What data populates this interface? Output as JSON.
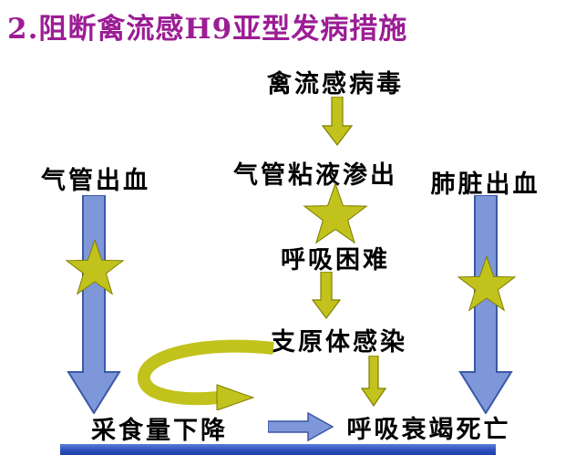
{
  "title": "2.阻断禽流感H9亚型发病措施",
  "nodes": {
    "virus": "禽流感病毒",
    "tracheal_mucus": "气管粘液渗出",
    "dyspnea": "呼吸困难",
    "mycoplasma": "支原体感染",
    "tracheal_bleeding": "气管出血",
    "lung_bleeding": "肺脏出血",
    "feed_intake_drop": "采食量下降",
    "death": "呼吸衰竭死亡"
  },
  "colors": {
    "title_text": "#9c1d95",
    "body_text": "#000000",
    "olive_arrow": "#c2c21c",
    "blue_arrow": "#7e97d8",
    "bottom_bar": "#2e4fc0"
  }
}
